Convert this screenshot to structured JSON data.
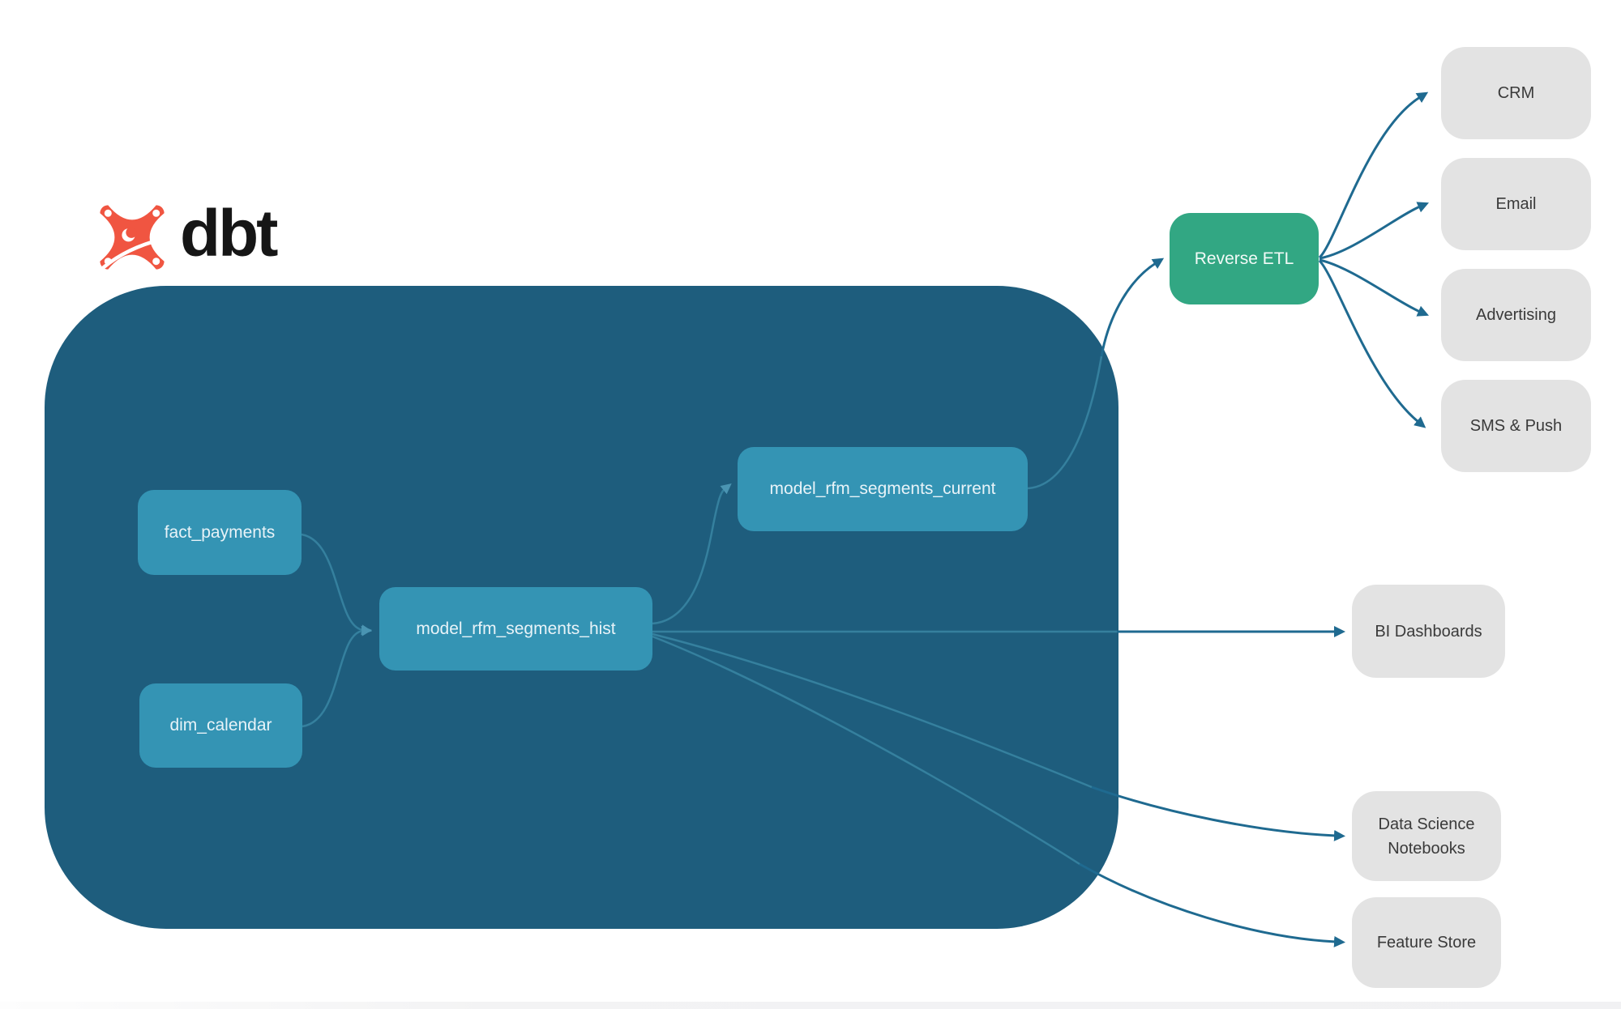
{
  "logo": {
    "brand": "dbt"
  },
  "colors": {
    "container": "#1e5d7d",
    "model_node": "#3494b4",
    "model_node_text": "#e8f3f8",
    "reverse_etl_node": "#32a783",
    "destination_bg": "#e3e3e3",
    "destination_text": "#3a3a3a",
    "edge_outside": "#1f6a90",
    "edge_inside": "#35809e",
    "logo_orange": "#f05541",
    "logo_wordmark": "#161616"
  },
  "nodes": {
    "sources": [
      {
        "label": "fact_payments"
      },
      {
        "label": "dim_calendar"
      }
    ],
    "models": [
      {
        "label": "model_rfm_segments_hist"
      },
      {
        "label": "model_rfm_segments_current"
      }
    ],
    "reverse_etl": {
      "label": "Reverse ETL"
    },
    "destinations": [
      {
        "label": "CRM"
      },
      {
        "label": "Email"
      },
      {
        "label": "Advertising"
      },
      {
        "label": "SMS & Push"
      }
    ],
    "outputs": [
      {
        "label": "BI Dashboards"
      },
      {
        "label": "Data Science Notebooks"
      },
      {
        "label": "Feature Store"
      }
    ]
  },
  "edges": [
    {
      "from": "fact_payments",
      "to": "model_rfm_segments_hist"
    },
    {
      "from": "dim_calendar",
      "to": "model_rfm_segments_hist"
    },
    {
      "from": "model_rfm_segments_hist",
      "to": "model_rfm_segments_current"
    },
    {
      "from": "model_rfm_segments_current",
      "to": "Reverse ETL"
    },
    {
      "from": "Reverse ETL",
      "to": "CRM"
    },
    {
      "from": "Reverse ETL",
      "to": "Email"
    },
    {
      "from": "Reverse ETL",
      "to": "Advertising"
    },
    {
      "from": "Reverse ETL",
      "to": "SMS & Push"
    },
    {
      "from": "model_rfm_segments_hist",
      "to": "BI Dashboards"
    },
    {
      "from": "model_rfm_segments_hist",
      "to": "Data Science Notebooks"
    },
    {
      "from": "model_rfm_segments_hist",
      "to": "Feature Store"
    }
  ]
}
